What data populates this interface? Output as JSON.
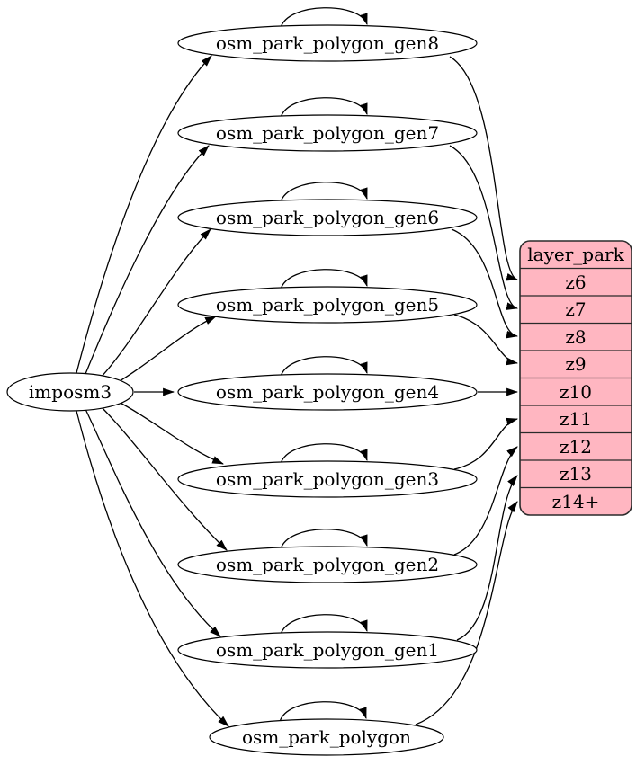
{
  "diagram": {
    "source_node": {
      "label": "imposm3"
    },
    "nodes": [
      {
        "label": "osm_park_polygon_gen8",
        "to_layer_row": "z6"
      },
      {
        "label": "osm_park_polygon_gen7",
        "to_layer_row": "z7"
      },
      {
        "label": "osm_park_polygon_gen6",
        "to_layer_row": "z8"
      },
      {
        "label": "osm_park_polygon_gen5",
        "to_layer_row": "z9"
      },
      {
        "label": "osm_park_polygon_gen4",
        "to_layer_row": "z10"
      },
      {
        "label": "osm_park_polygon_gen3",
        "to_layer_row": "z11"
      },
      {
        "label": "osm_park_polygon_gen2",
        "to_layer_row": "z12"
      },
      {
        "label": "osm_park_polygon_gen1",
        "to_layer_row": "z13"
      },
      {
        "label": "osm_park_polygon",
        "to_layer_row": "z14+"
      }
    ],
    "layer_table": {
      "title": "layer_park",
      "rows": [
        "z6",
        "z7",
        "z8",
        "z9",
        "z10",
        "z11",
        "z12",
        "z13",
        "z14+"
      ]
    },
    "edges": {
      "from_source_to": [
        "osm_park_polygon_gen8",
        "osm_park_polygon_gen7",
        "osm_park_polygon_gen6",
        "osm_park_polygon_gen5",
        "osm_park_polygon_gen4",
        "osm_park_polygon_gen3",
        "osm_park_polygon_gen2",
        "osm_park_polygon_gen1",
        "osm_park_polygon"
      ],
      "self_loops": [
        "osm_park_polygon_gen8",
        "osm_park_polygon_gen7",
        "osm_park_polygon_gen6",
        "osm_park_polygon_gen5",
        "osm_park_polygon_gen4",
        "osm_park_polygon_gen3",
        "osm_park_polygon_gen2",
        "osm_park_polygon_gen1",
        "osm_park_polygon"
      ],
      "node_to_layer": [
        {
          "from": "osm_park_polygon_gen8",
          "to": "z6"
        },
        {
          "from": "osm_park_polygon_gen7",
          "to": "z7"
        },
        {
          "from": "osm_park_polygon_gen6",
          "to": "z8"
        },
        {
          "from": "osm_park_polygon_gen5",
          "to": "z9"
        },
        {
          "from": "osm_park_polygon_gen4",
          "to": "z10"
        },
        {
          "from": "osm_park_polygon_gen3",
          "to": "z11"
        },
        {
          "from": "osm_park_polygon_gen2",
          "to": "z12"
        },
        {
          "from": "osm_park_polygon_gen1",
          "to": "z13"
        },
        {
          "from": "osm_park_polygon",
          "to": "z14+"
        }
      ]
    },
    "colors": {
      "layer_table_fill": "#ffb6c1",
      "node_fill": "#ffffff",
      "edge": "#000000"
    }
  }
}
